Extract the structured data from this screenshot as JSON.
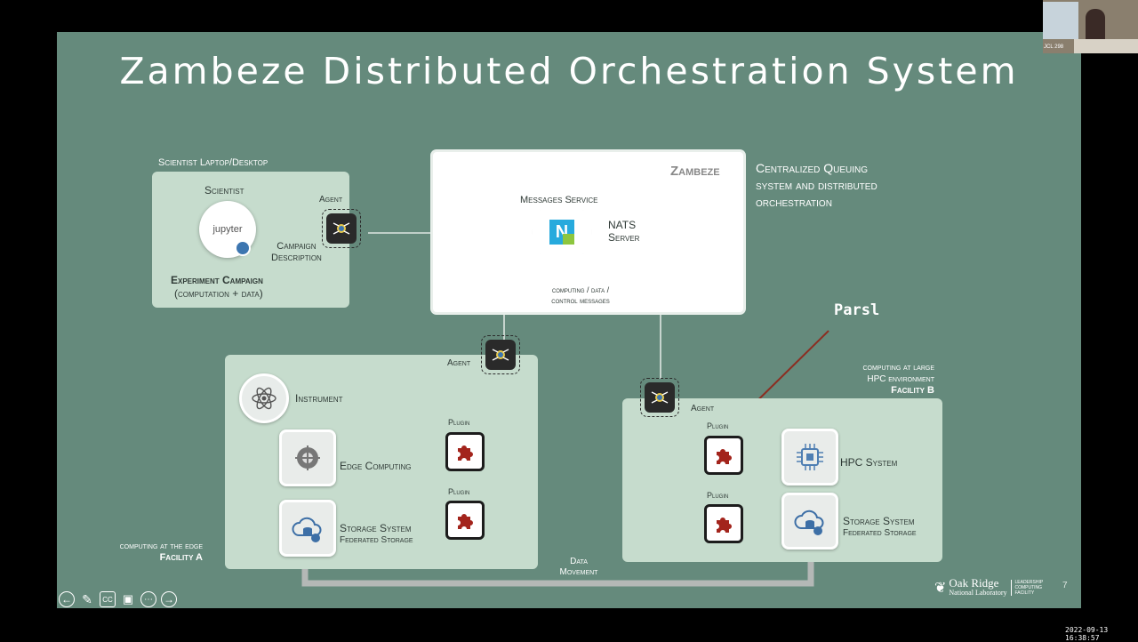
{
  "slide": {
    "title": "Zambeze Distributed Orchestration System",
    "page_number": "7"
  },
  "laptop": {
    "caption": "Scientist Laptop/Desktop",
    "scientist": "Scientist",
    "jupyter": "jupyter",
    "agent": "Agent",
    "campaign_line1": "Campaign",
    "campaign_line2": "Description",
    "experiment_line1": "Experiment Campaign",
    "experiment_line2": "(computation + data)"
  },
  "zambeze": {
    "name": "Zambeze",
    "messages_service": "Messages Service",
    "nats_line1": "NATS",
    "nats_line2": "Server",
    "messages_line1": "computing / data /",
    "messages_line2": "control messages"
  },
  "queue_note": {
    "line1": "Centralized Queuing",
    "line2": "system and distributed",
    "line3": "orchestration"
  },
  "annotation": {
    "label": "Parsl",
    "arrow_color": "#8b2e22"
  },
  "facility_a": {
    "agent": "Agent",
    "instrument": "Instrument",
    "edge_computing": "Edge Computing",
    "plugin1": "Plugin",
    "plugin2": "Plugin",
    "storage": "Storage System",
    "storage_sub": "Federated Storage",
    "caption_line1": "computing at the edge",
    "caption_line2": "Facility A"
  },
  "facility_b": {
    "agent": "Agent",
    "caption_line1": "computing at large",
    "caption_line2": "HPC environment",
    "caption_line3": "Facility B",
    "plugin1": "Plugin",
    "plugin2": "Plugin",
    "hpc": "HPC System",
    "storage": "Storage System",
    "storage_sub": "Federated Storage"
  },
  "data_movement": {
    "line1": "Data",
    "line2": "Movement"
  },
  "logo": {
    "name_line1": "Oak Ridge",
    "name_line2": "National Laboratory",
    "facility_line1": "Leadership",
    "facility_line2": "Computing",
    "facility_line3": "Facility"
  },
  "presenter": {
    "cam_label": "JCL 298"
  },
  "timestamp": "2022-09-13 16:38:57",
  "controls": {
    "icons": [
      "back-icon",
      "pen-icon",
      "captions-icon",
      "video-icon",
      "more-icon",
      "forward-icon"
    ],
    "cc_label": "CC"
  },
  "colors": {
    "slide_bg": "#658a7c",
    "panel_bg": "#c6dccd",
    "plugin_red": "#a3241c"
  }
}
